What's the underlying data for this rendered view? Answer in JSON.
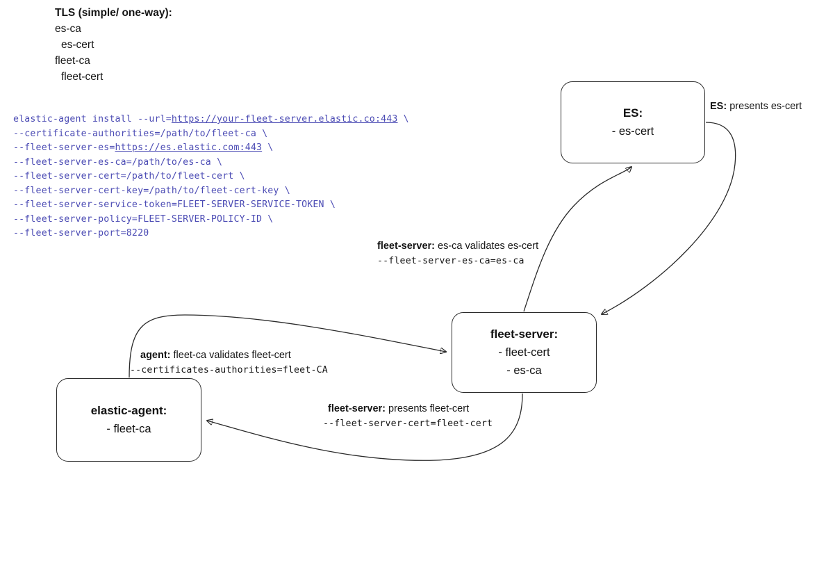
{
  "note": {
    "title": "TLS (simple/ one-way):",
    "lines": [
      {
        "text": "es-ca",
        "indent": false
      },
      {
        "text": "es-cert",
        "indent": true
      },
      {
        "text": "fleet-ca",
        "indent": false
      },
      {
        "text": "fleet-cert",
        "indent": true
      }
    ]
  },
  "command": {
    "lines": [
      [
        {
          "text": "elastic-agent install --url=",
          "underline": false
        },
        {
          "text": "https://your-fleet-server.elastic.co:443",
          "underline": true
        },
        {
          "text": " \\",
          "underline": false
        }
      ],
      [
        {
          "text": "--certificate-authorities=/path/to/fleet-ca \\",
          "underline": false
        }
      ],
      [
        {
          "text": "--fleet-server-es=",
          "underline": false
        },
        {
          "text": "https://es.elastic.com:443",
          "underline": true
        },
        {
          "text": " \\",
          "underline": false
        }
      ],
      [
        {
          "text": "--fleet-server-es-ca=/path/to/es-ca \\",
          "underline": false
        }
      ],
      [
        {
          "text": "--fleet-server-cert=/path/to/fleet-cert \\",
          "underline": false
        }
      ],
      [
        {
          "text": "--fleet-server-cert-key=/path/to/fleet-cert-key \\",
          "underline": false
        }
      ],
      [
        {
          "text": "--fleet-server-service-token=FLEET-SERVER-SERVICE-TOKEN \\",
          "underline": false
        }
      ],
      [
        {
          "text": "--fleet-server-policy=FLEET-SERVER-POLICY-ID \\",
          "underline": false
        }
      ],
      [
        {
          "text": "--fleet-server-port=8220",
          "underline": false
        }
      ]
    ],
    "color": "#4b4bb4"
  },
  "nodes": {
    "es": {
      "title": "ES:",
      "lines": [
        "- es-cert"
      ]
    },
    "fleet_server": {
      "title": "fleet-server:",
      "lines": [
        "- fleet-cert",
        "- es-ca"
      ]
    },
    "elastic_agent": {
      "title": "elastic-agent:",
      "lines": [
        "- fleet-ca"
      ]
    }
  },
  "edge_labels": {
    "es_presents": {
      "bold": "ES:",
      "rest": " presents es-cert",
      "mono": ""
    },
    "fleet_server_validates": {
      "bold": "fleet-server:",
      "rest": " es-ca validates es-cert",
      "mono": "--fleet-server-es-ca=es-ca"
    },
    "agent_validates": {
      "bold": "agent:",
      "rest": " fleet-ca validates fleet-cert",
      "mono": "--certificates-authorities=fleet-CA"
    },
    "fleet_server_presents": {
      "bold": "fleet-server:",
      "rest": " presents fleet-cert",
      "mono": "--fleet-server-cert=fleet-cert"
    }
  },
  "colors": {
    "stroke": "#2b2b2b",
    "text": "#151515",
    "command": "#4b4bb4",
    "background": "#ffffff"
  }
}
